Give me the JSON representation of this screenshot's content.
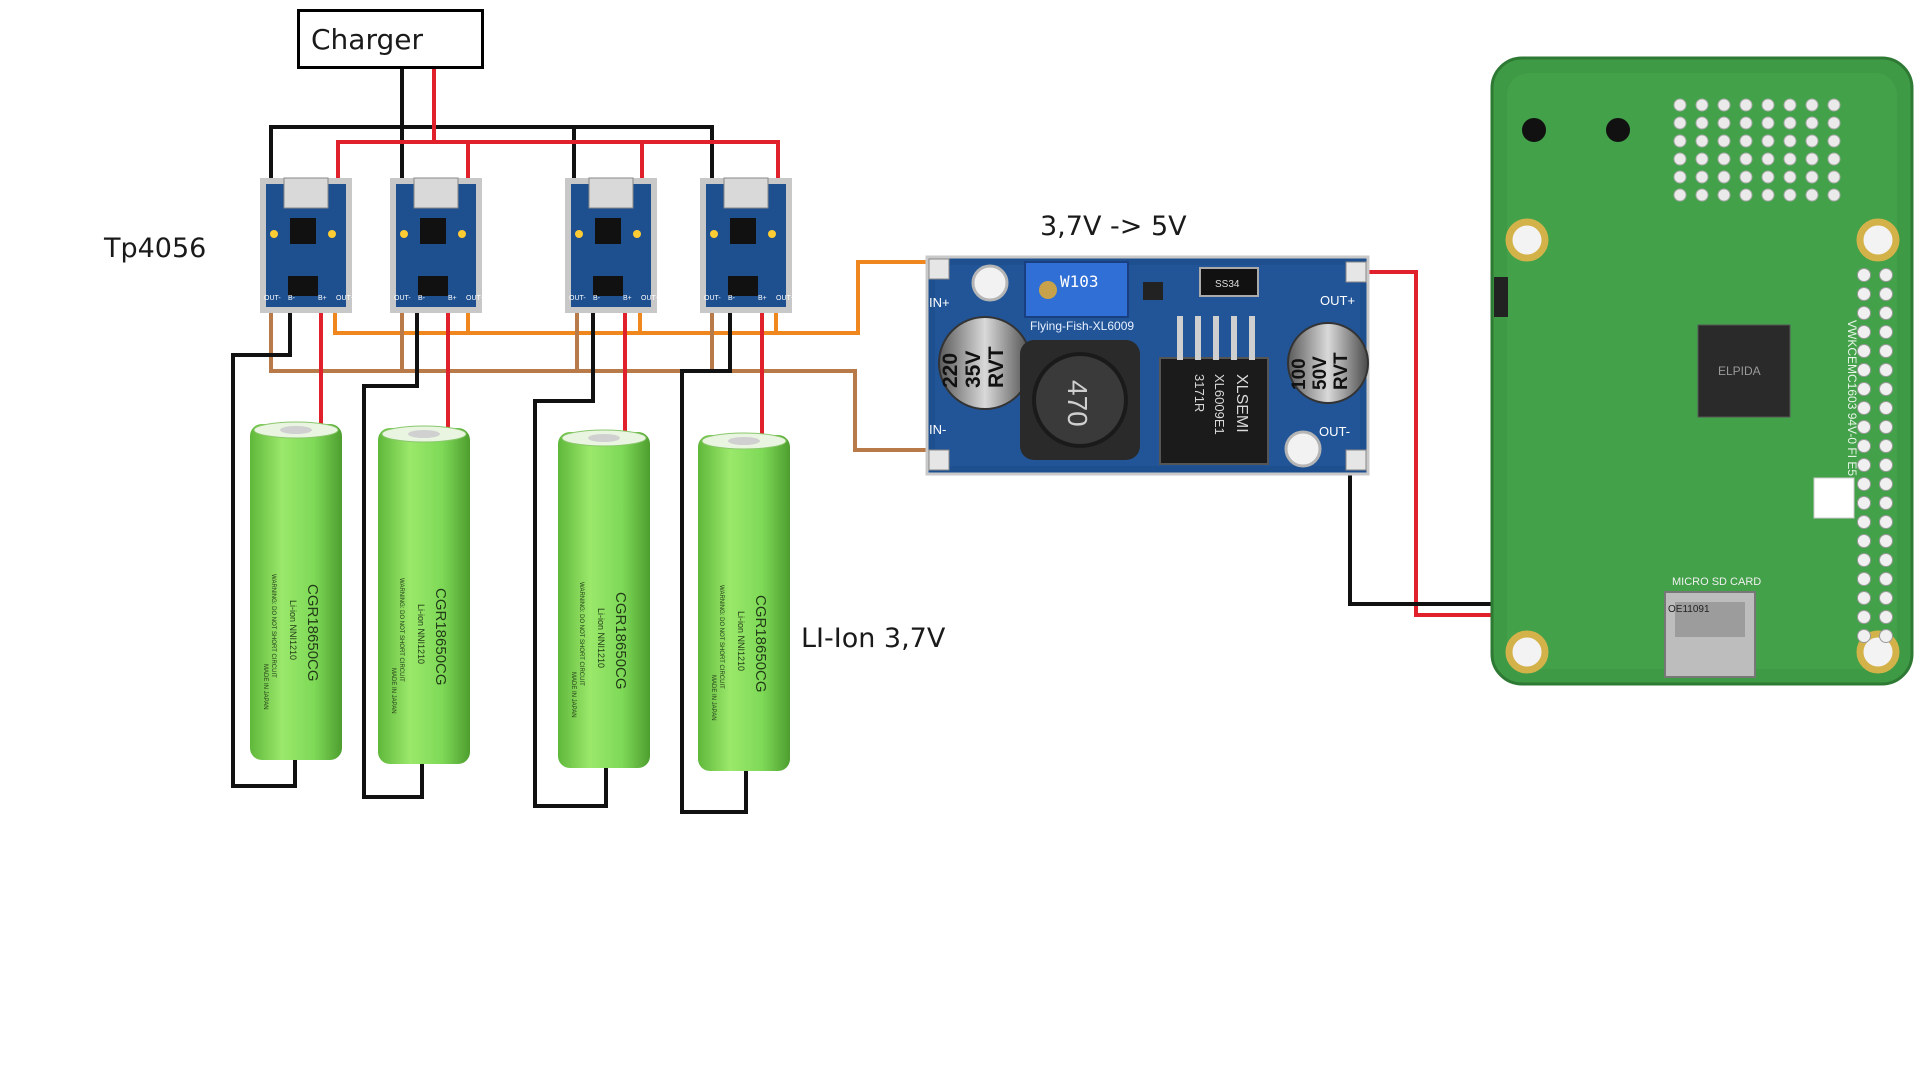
{
  "labels": {
    "charger": "Charger",
    "tp4056": "Tp4056",
    "converter": "3,7V -> 5V",
    "battery": "LI-Ion 3,7V"
  },
  "tp4056_module": {
    "pins": [
      "B-",
      "B+",
      "OUT-",
      "OUT+"
    ]
  },
  "boost_module": {
    "brand": "Flying-Fish-XL6009",
    "pot": "W103",
    "cap_in": [
      "220",
      "35V",
      "RVT"
    ],
    "cap_out": [
      "100",
      "50V",
      "RVT"
    ],
    "inductor": "470",
    "ic": [
      "XLSEMI",
      "XL6009E1",
      "3171R"
    ],
    "diode": "SS34",
    "pins": {
      "in_plus": "IN+",
      "in_minus": "IN-",
      "out_plus": "OUT+",
      "out_minus": "OUT-"
    }
  },
  "battery_cell": {
    "model": "CGR18650CG",
    "chem": "Li-ion NNI1210",
    "warning": "WARNING: DO NOT SHORT CIRCUIT",
    "made": "MADE IN JAPAN"
  },
  "pi_board": {
    "sd_label": "MICRO SD CARD",
    "chip": "ELPIDA",
    "vertical_code": "VWKCEMC1603 94V-0 FI E5",
    "sticker": "OE11091"
  },
  "colors": {
    "black_wire": "#111111",
    "red_wire": "#e0202a",
    "orange_wire": "#f0861e",
    "brown_wire": "#b97a4a",
    "battery_green": "#7ed957",
    "module_blue": "#1e4f8f",
    "pcb_green": "#3f9a45"
  }
}
